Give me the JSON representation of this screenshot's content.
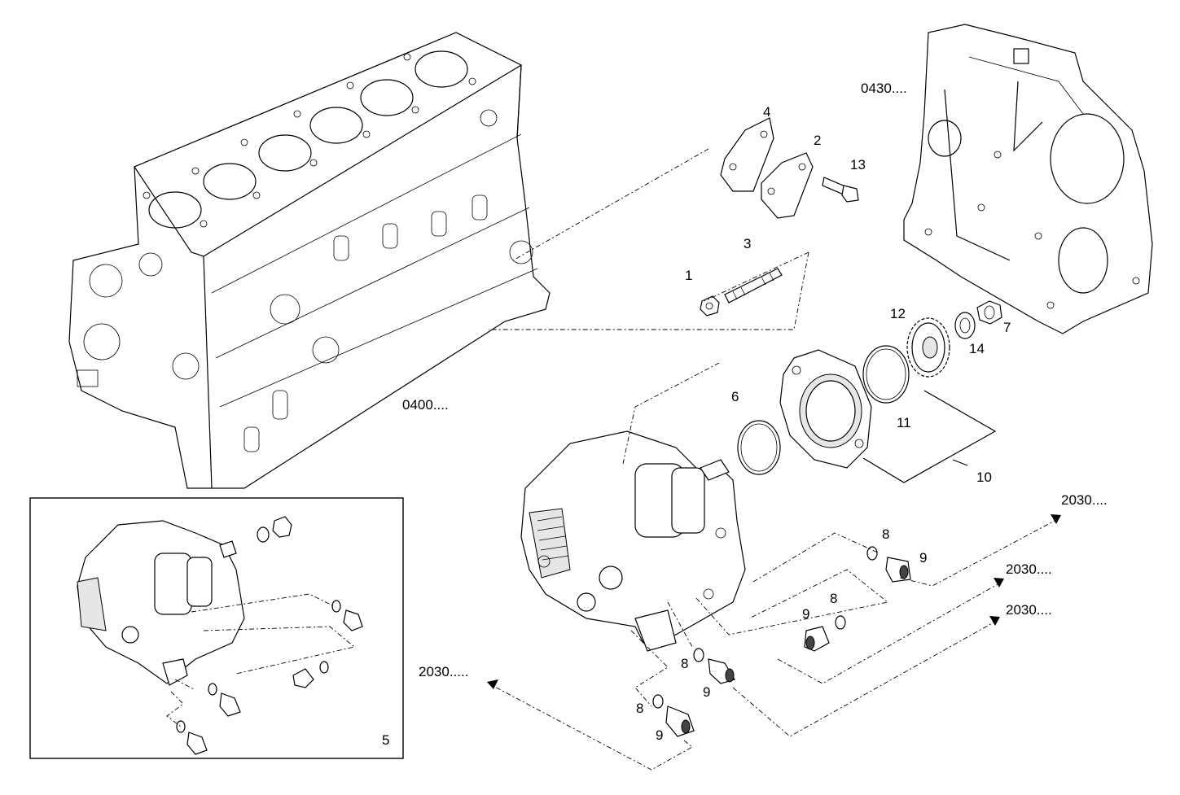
{
  "callouts": {
    "block_ref": "0400....",
    "cover_ref": "0430....",
    "gasket_outer": "4",
    "gasket_inner": "2",
    "screw": "13",
    "stud": "3",
    "nut": "1",
    "gear": "12",
    "nut_small": "7",
    "washer": "14",
    "oring_large": "11",
    "flange": "6",
    "kit": "10",
    "fitting_a_ring": "8",
    "fitting_a": "9",
    "fitting_b_ring": "8",
    "fitting_b": "9",
    "fitting_c_ring": "8",
    "fitting_c": "9",
    "fitting_d_ring": "8",
    "fitting_d": "9",
    "pipe_ref_1": "2030....",
    "pipe_ref_2": "2030....",
    "pipe_ref_3": "2030....",
    "pipe_ref_4": "2030.....",
    "inset_ref": "5"
  }
}
